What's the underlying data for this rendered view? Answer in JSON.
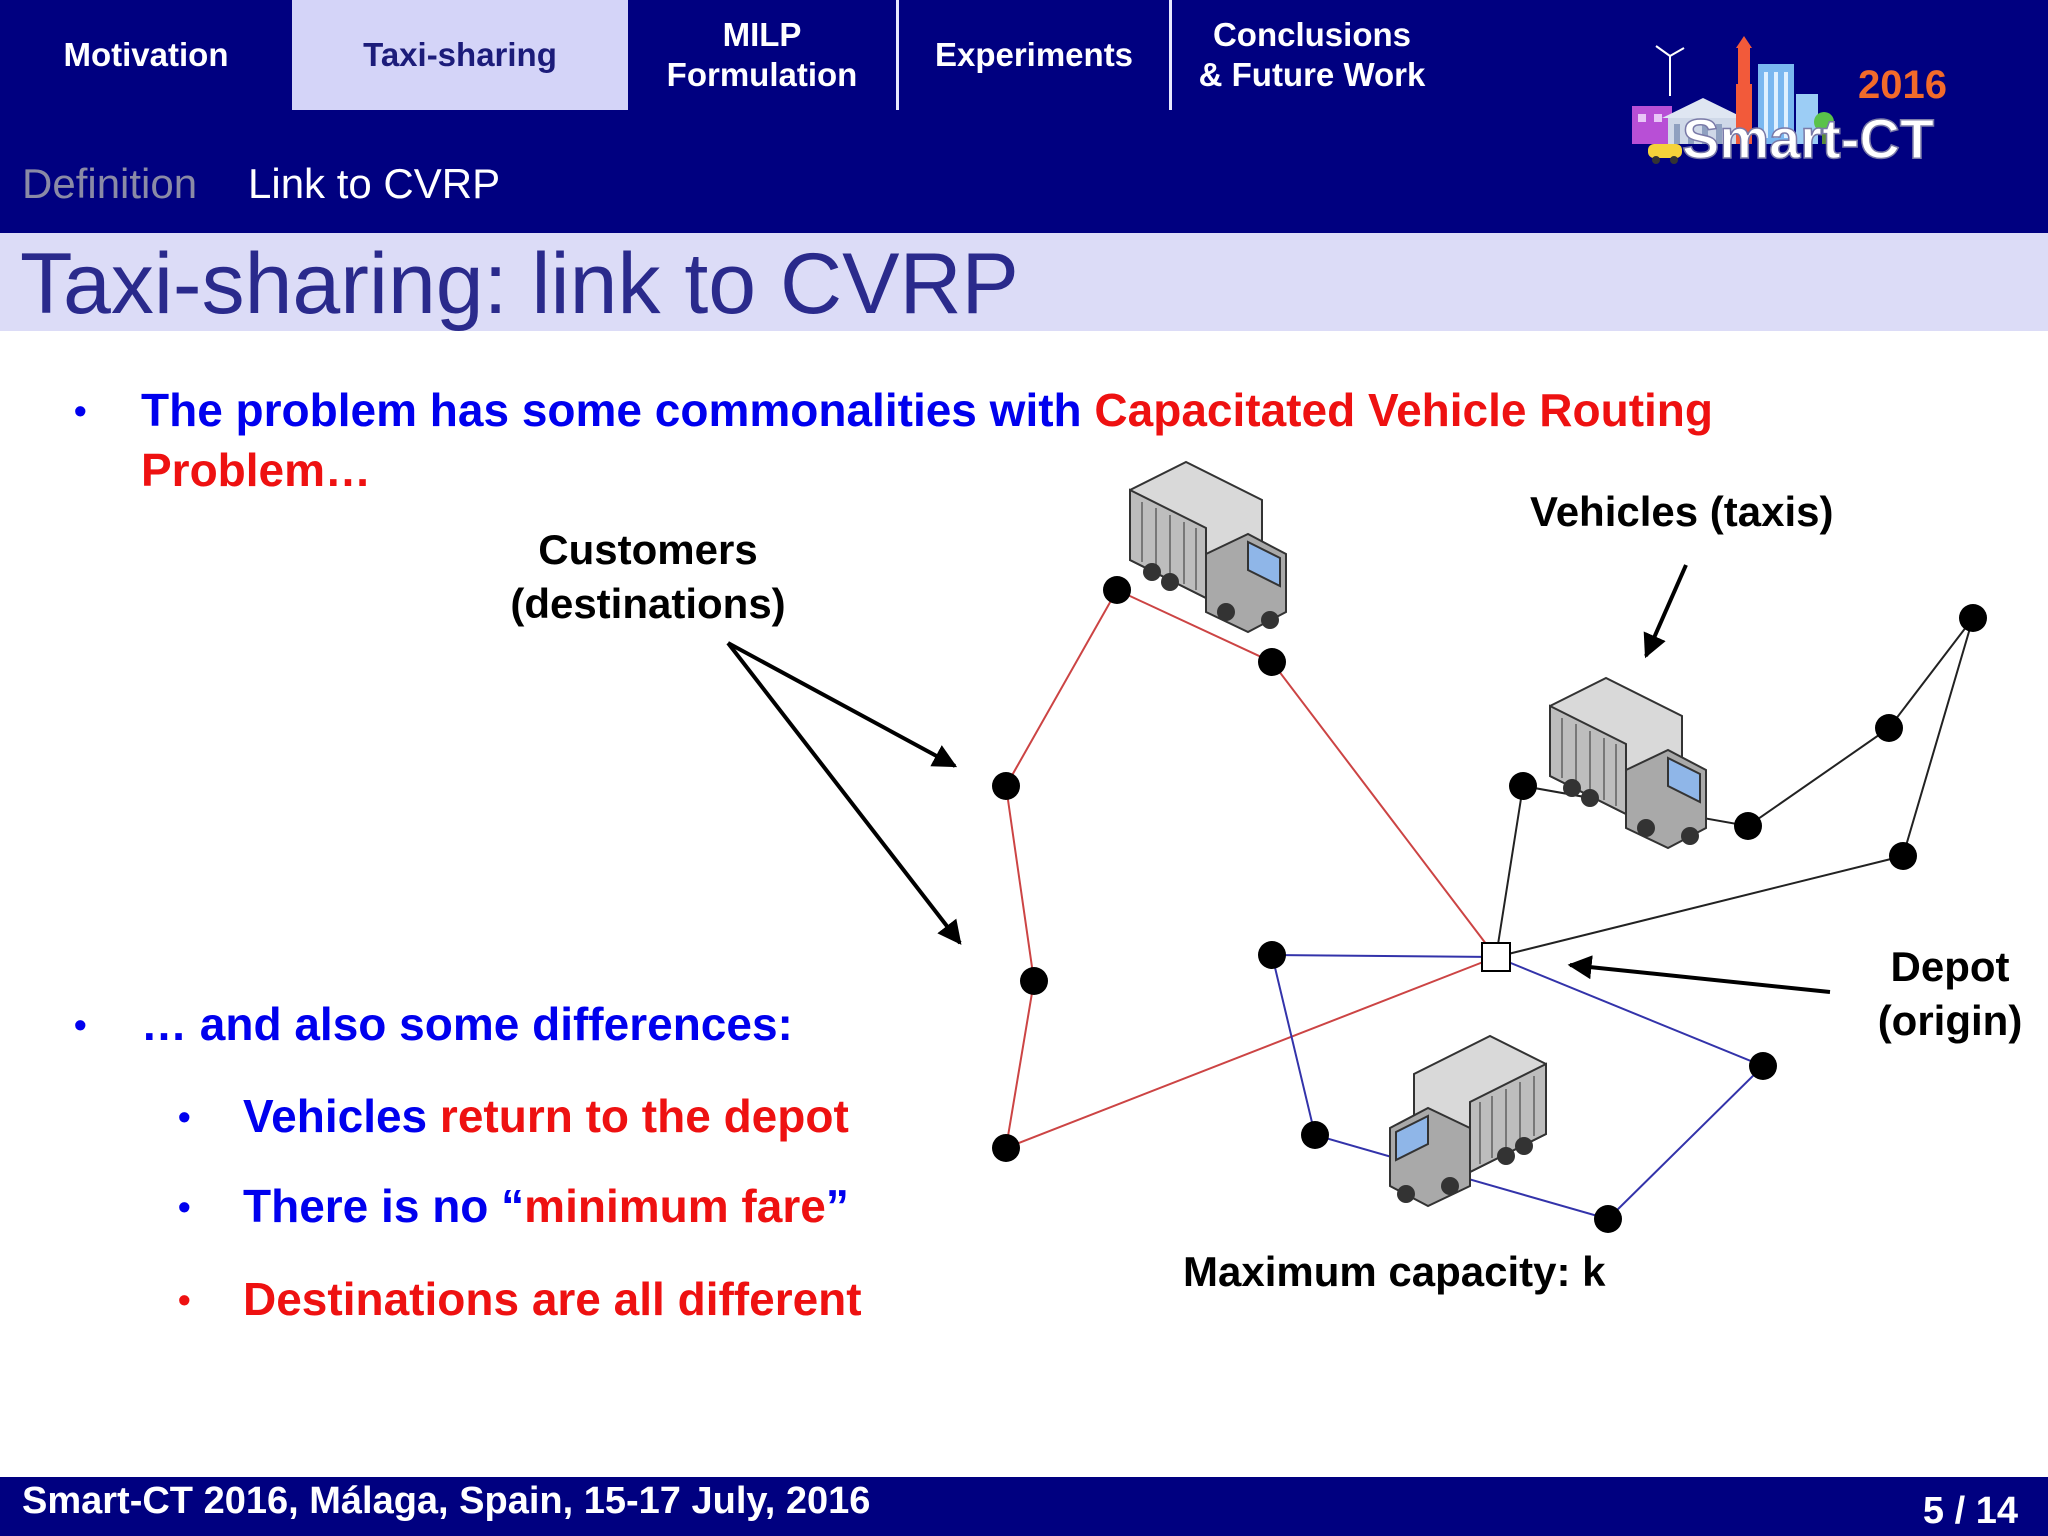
{
  "nav": {
    "tabs": [
      {
        "label": "Motivation"
      },
      {
        "label": "Taxi-sharing"
      },
      {
        "line1": "MILP",
        "line2": "Formulation"
      },
      {
        "label": "Experiments"
      },
      {
        "line1": "Conclusions",
        "line2": "& Future Work"
      }
    ],
    "subsections": [
      "Definition",
      "Link to CVRP"
    ]
  },
  "logo": {
    "year": "2016",
    "name": "Smart-CT"
  },
  "slide": {
    "title": "Taxi-sharing: link to CVRP",
    "bullet1": {
      "part1": "The problem has some commonalities with ",
      "part2": "Capacitated Vehicle Routing",
      "part3": "Problem…"
    },
    "bullet2": {
      "text": "… and also some differences:"
    },
    "sub1": {
      "part1": "Vehicles ",
      "part2": "return to the depot"
    },
    "sub2": {
      "part1": "There is no “",
      "part2": "minimum fare",
      "part3": "”"
    },
    "sub3": {
      "text": "Destinations are all different"
    },
    "bullet_symbol": "•"
  },
  "diagram": {
    "labels": {
      "customers_line1": "Customers",
      "customers_line2": "(destinations)",
      "vehicles": "Vehicles (taxis)",
      "depot_line1": "Depot",
      "depot_line2": "(origin)",
      "capacity": "Maximum capacity: k"
    },
    "route_colors": {
      "red": "#cc4444",
      "black": "#222222",
      "blue": "#3333aa"
    }
  },
  "footer": {
    "event": "Smart-CT 2016, Málaga, Spain, 15-17 July, 2016",
    "page": "5 / 14"
  }
}
